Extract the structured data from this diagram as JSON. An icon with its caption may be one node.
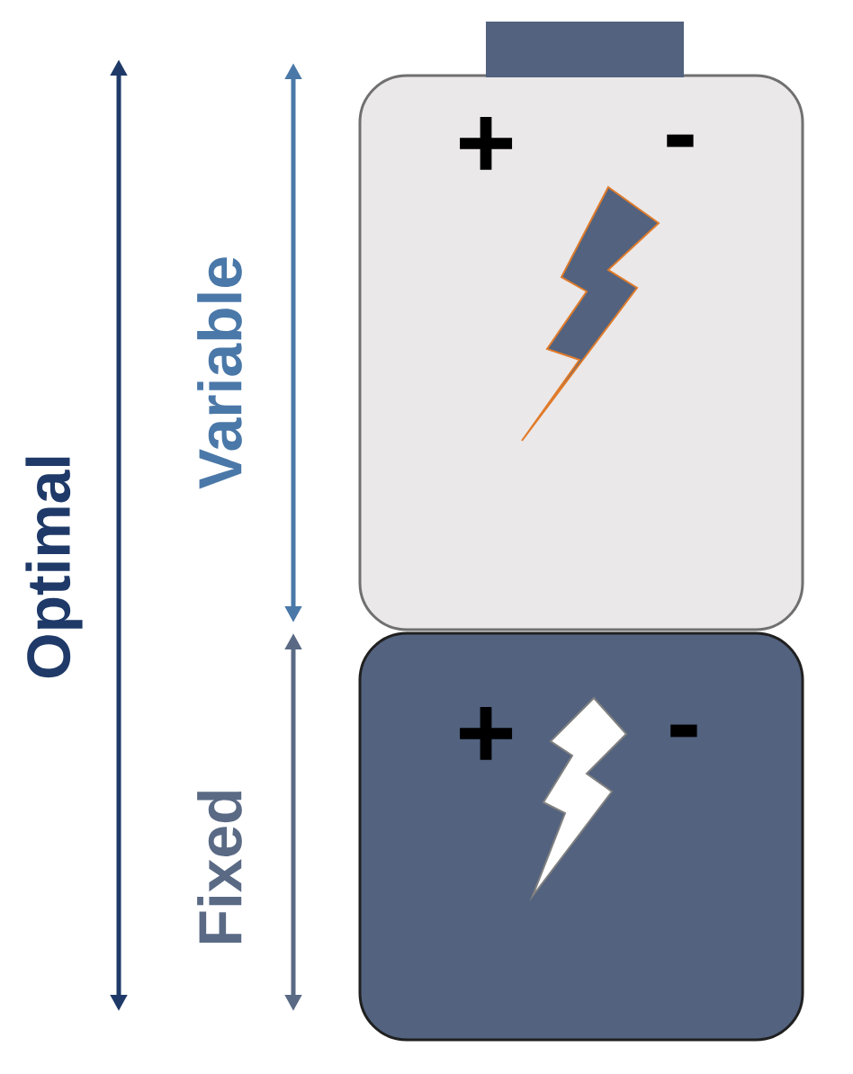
{
  "diagram": {
    "nodes": [
      {
        "text": [
          "+",
          "-"
        ]
      },
      {
        "text": [
          "+",
          "-"
        ]
      }
    ],
    "edges": [],
    "labels": [
      "Optimal",
      "Variable",
      "Fixed"
    ]
  }
}
